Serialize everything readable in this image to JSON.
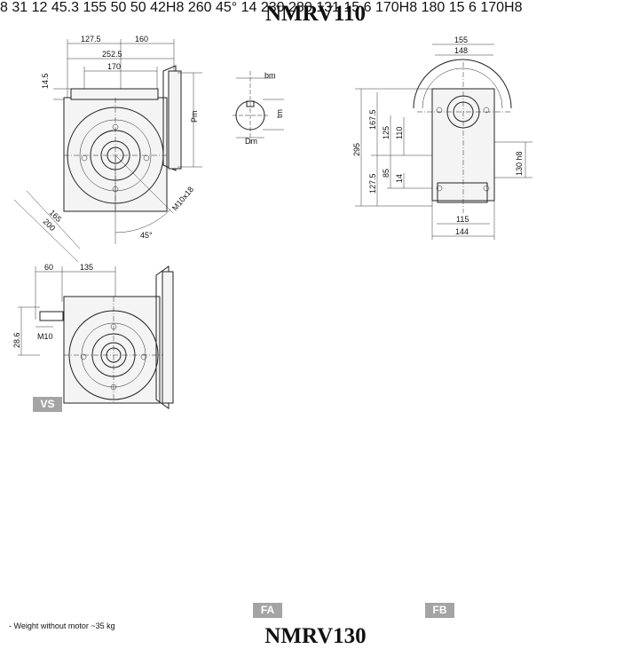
{
  "title": "NMRV110",
  "next_title": "NMRV130",
  "weight_note": "- Weight without motor ~35 kg",
  "variants": {
    "vs": "VS",
    "fa": "FA",
    "fb": "FB"
  },
  "dims": {
    "d127_5a": "127.5",
    "d160": "160",
    "d252_5": "252.5",
    "d170": "170",
    "d14_5": "14.5",
    "pm": "Pm",
    "d165": "165",
    "d200": "200",
    "m10x18": "M10x18",
    "d45a": "45°",
    "bm": "bm",
    "tm": "tm",
    "dm": "Dm",
    "d155a": "155",
    "d148": "148",
    "d295": "295",
    "d167_5": "167.5",
    "d125": "125",
    "d110": "110",
    "d127_5b": "127.5",
    "d85": "85",
    "d14a": "14",
    "d130h8": "130 h8",
    "d115": "115",
    "d144": "144",
    "d60": "60",
    "d135": "135",
    "d28_6": "28.6",
    "m10": "M10",
    "d8": "8",
    "d31": "31",
    "d12": "12",
    "d45_3": "45.3",
    "d42h8": "42H8",
    "d155b": "155",
    "d50a": "50",
    "d50b": "50",
    "d260": "260",
    "d45b": "45°",
    "d14b": "14",
    "d230": "230",
    "d280": "280",
    "d131": "131",
    "d15a": "15",
    "d6a": "6",
    "d170h8a": "170H8",
    "d180": "180",
    "d15b": "15",
    "d6b": "6",
    "d170h8b": "170H8"
  }
}
